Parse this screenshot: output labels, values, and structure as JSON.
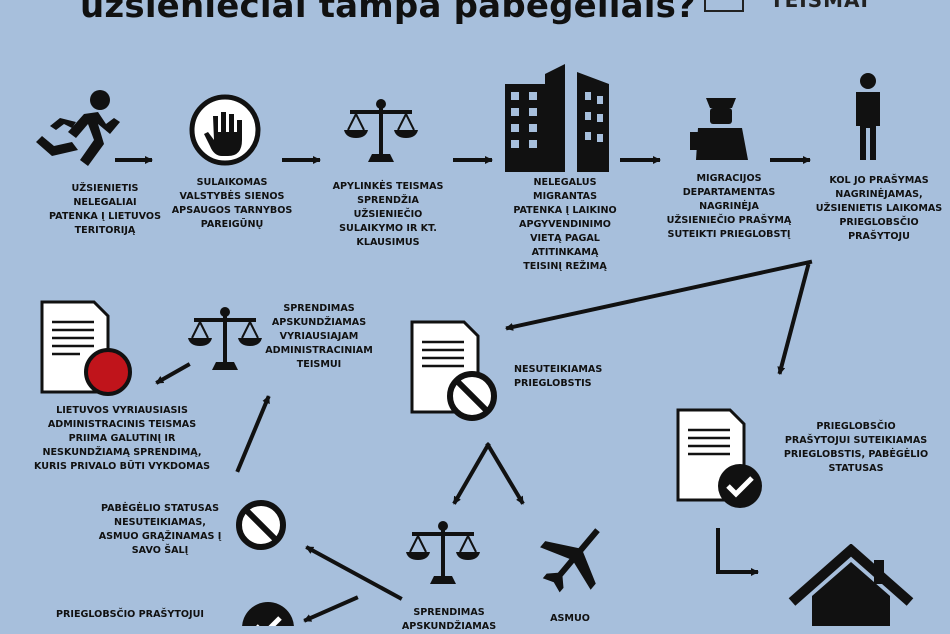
{
  "header": {
    "title": "užsieniečiai tampa pabėgėliais?",
    "logo_text": "TEISMAI"
  },
  "steps": {
    "enter": "UŽSIENIETIS\nNELEGALIAI\nPATENKA Į LIETUVOS\nTERITORIJĄ",
    "detain": "SULAIKOMAS\nVALSTYBĖS SIENOS\nAPSAUGOS TARNYBOS\nPAREIGŪNŲ",
    "court": "APYLINKĖS TEISMAS\nSPRENDŽIA\nUŽSIENIEČIO\nSULAIKYMO IR KT.\nKLAUSIMUS",
    "lodging": "NELEGALUS\nMIGRANTAS\nPATENKA Į LAIKINO\nAPGYVENDINIMO\nVIETĄ PAGAL\nATITINKAMĄ\nTEISINĮ REŽIMĄ",
    "migration": "MIGRACIJOS\nDEPARTAMENTAS\nNAGRINĖJA\nUŽSIENIEČIO PRAŠYMĄ\nSUTEIKTI PRIEGLOBSTĮ",
    "waiting": "KOL JO PRAŠYMAS\nNAGRINĖJAMAS,\nUŽSIENIETIS LAIKOMAS\nPRIEGLOBSČIO\nPRAŠYTOJU",
    "denied": "NESUTEIKIAMAS\nPRIEGLOBSTIS",
    "granted": "PRIEGLOBSČIO\nPRAŠYTOJUI SUTEIKIAMAS\nPRIEGLOBSTIS, PABĖGĖLIO\nSTATUSAS",
    "appeal_supreme": "SPRENDIMAS\nAPSKUNDŽIAMAS\nVYRIAUSIAJAM\nADMINISTRACINIAM\nTEISMUI",
    "supreme_court": "LIETUVOS VYRIAUSIASIS\nADMINISTRACINIS TEISMAS\nPRIIMA  GALUTINĮ IR\nNESKUNDŽIAMĄ SPRENDIMĄ,\nKURIS PRIVALO BŪTI VYKDOMAS",
    "refugee_denied": "PABĖGĖLIO STATUSAS\nNESUTEIKIAMAS,\nASMUO GRĄŽINAMAS Į\nSAVO ŠALĮ",
    "asylum_granted_cut": "PRIEGLOBSČIO PRAŠYTOJUI",
    "appealed_cut": "SPRENDIMAS\nAPSKUNDŽIAMAS",
    "person_cut": "ASMUO"
  },
  "icons": [
    "running-person-icon",
    "stop-hand-icon",
    "scales-icon",
    "buildings-icon",
    "officer-icon",
    "standing-person-icon",
    "document-icon",
    "no-entry-icon",
    "document-seal-icon",
    "airplane-icon",
    "house-icon",
    "check-icon"
  ],
  "colors": {
    "background": "#a7bfdc",
    "ink": "#111111",
    "seal": "#c0141b"
  }
}
